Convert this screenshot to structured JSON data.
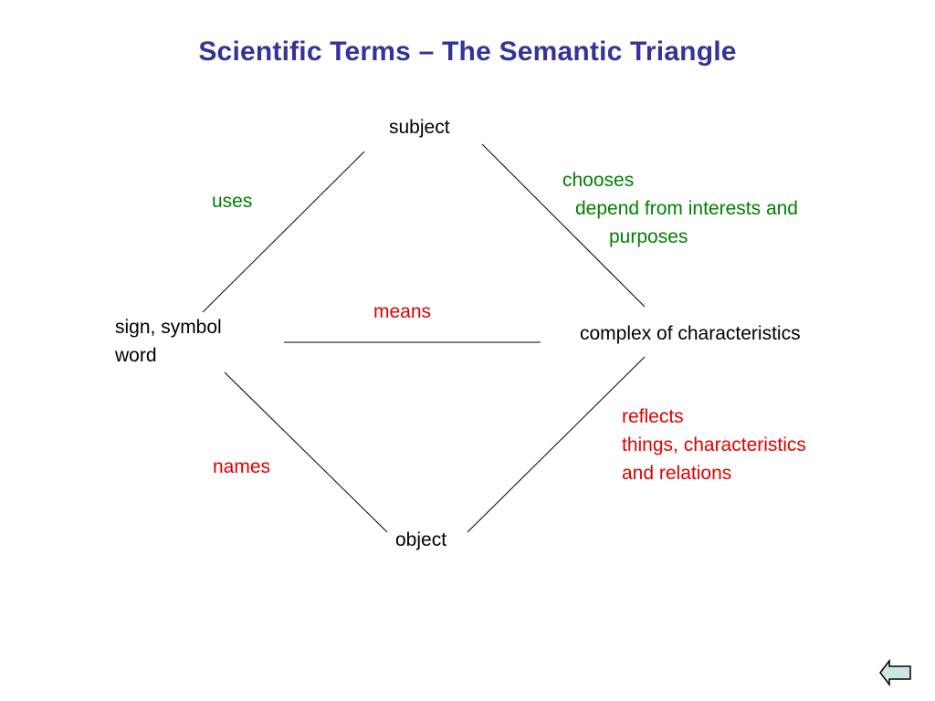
{
  "slide": {
    "title": "Scientific Terms – The Semantic Triangle"
  },
  "nodes": {
    "subject": "subject",
    "sign_line1": "sign, symbol",
    "sign_line2": "word",
    "complex": "complex of characteristics",
    "object": "object"
  },
  "relations": {
    "uses": "uses",
    "chooses_line1": "chooses",
    "chooses_line2": "depend from interests and",
    "chooses_line3": "purposes",
    "means": "means",
    "names": "names",
    "reflects_line1": "reflects",
    "reflects_line2": "things, characteristics",
    "reflects_line3": "and relations"
  },
  "colors": {
    "title": "#333399",
    "green_relation": "#008000",
    "red_relation": "#e00000",
    "nav_button_fill": "#cce6e6"
  },
  "nav": {
    "back_icon": "back-arrow-icon"
  }
}
